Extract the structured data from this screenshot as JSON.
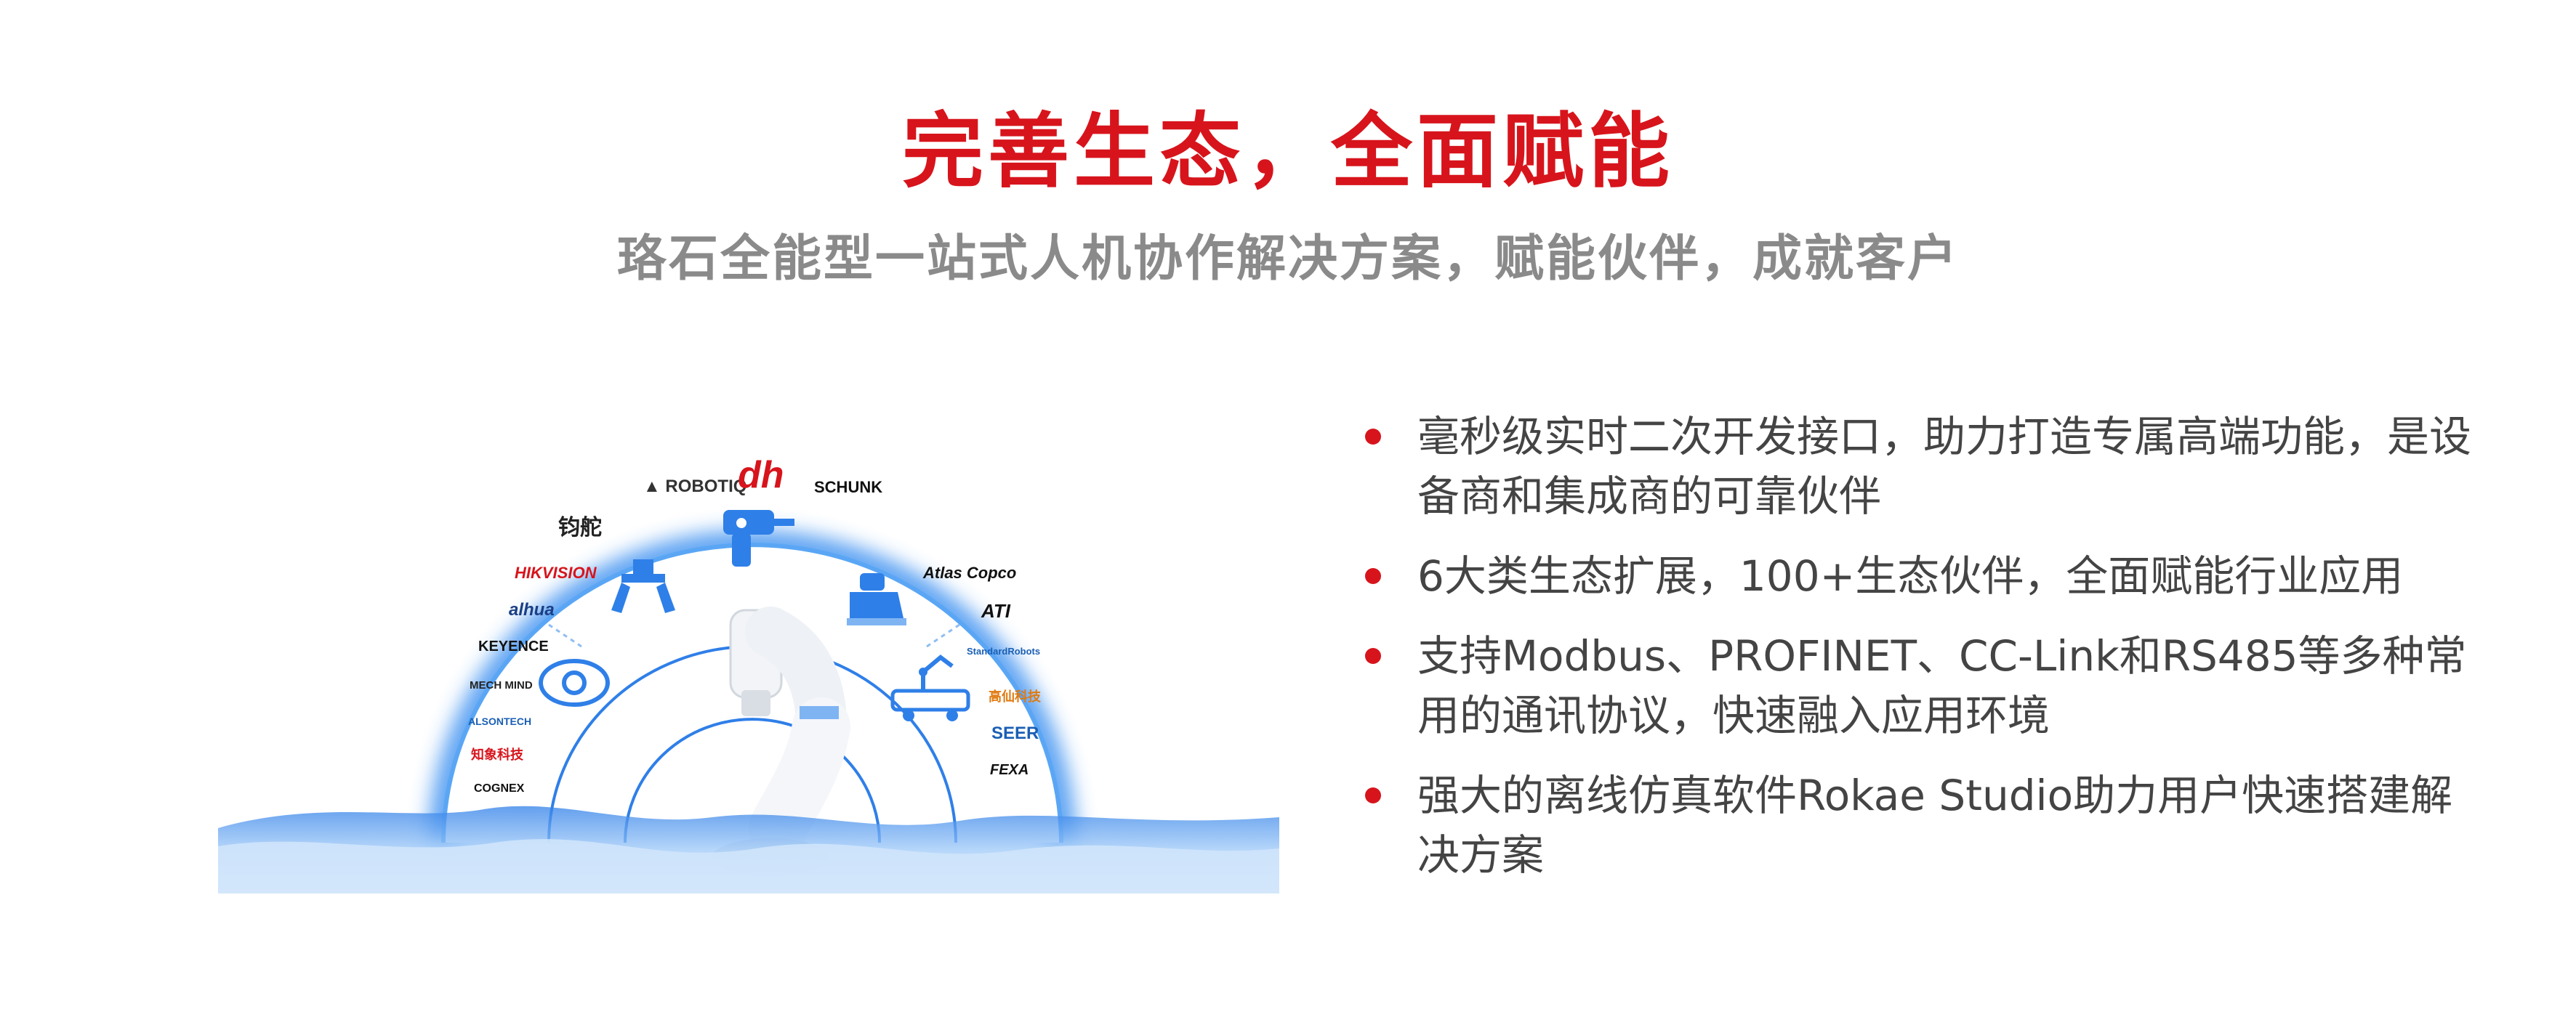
{
  "heading": {
    "title": "完善生态，全面赋能",
    "subtitle": "珞石全能型一站式人机协作解决方案，赋能伙伴，成就客户"
  },
  "colors": {
    "accent_red": "#d7141c",
    "subtitle_gray": "#8a8a8a",
    "text_gray": "#444444",
    "glow_blue": "#3a8ff0"
  },
  "partner_logos": {
    "robotiq": "ROBOTIQ",
    "dh": "dh",
    "schunk": "SCHUNK",
    "jn": "钧舵",
    "hikvision": "HIKVISION",
    "dahua": "alhua",
    "keyence": "KEYENCE",
    "mechmind": "MECH MIND",
    "alson": "ALSONTECH",
    "zhiyuan": "知象科技",
    "cognex": "COGNEX",
    "atlas": "Atlas Copco",
    "ati": "ATI",
    "standard": "StandardRobots",
    "gaoke": "高仙科技",
    "seer": "SEER",
    "fexa": "FEXA"
  },
  "icons": [
    "drill-icon",
    "gripper-icon",
    "sander-icon",
    "vision-eye-icon",
    "mobile-robot-icon",
    "cobot-arm-icon"
  ],
  "bullets": [
    "毫秒级实时二次开发接口，助力打造专属高端功能，是设备商和集成商的可靠伙伴",
    "6大类生态扩展，100+生态伙伴，全面赋能行业应用",
    "支持Modbus、PROFINET、CC-Link和RS485等多种常用的通讯协议，快速融入应用环境",
    "强大的离线仿真软件Rokae Studio助力用户快速搭建解决方案"
  ]
}
